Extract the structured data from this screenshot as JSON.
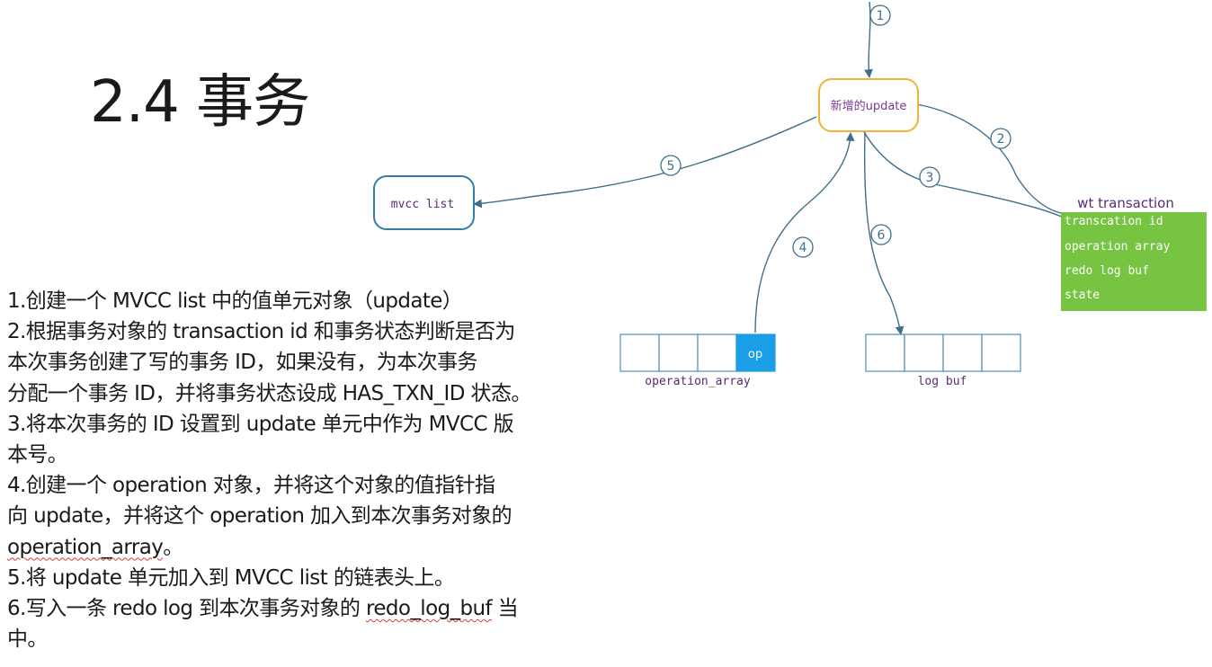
{
  "slide": {
    "title": "2.4 事务"
  },
  "diagram": {
    "update_node": "新增的update",
    "mvcc_node": "mvcc list",
    "wt_transaction": {
      "title": "wt transaction",
      "fields": [
        "transcation id",
        "operation array",
        "redo log buf",
        "state"
      ]
    },
    "operation_array": {
      "label": "operation_array",
      "op_cell": "op"
    },
    "log_buf": {
      "label": "log buf"
    },
    "step_markers": [
      "1",
      "2",
      "3",
      "4",
      "5",
      "6"
    ]
  },
  "steps": [
    {
      "text": "1.创建一个 MVCC list 中的值单元对象（update）"
    },
    {
      "text": "2.根据事务对象的 transaction id 和事务状态判断是否为"
    },
    {
      "text": "本次事务创建了写的事务  ID，如果没有，为本次事务"
    },
    {
      "text": "分配一个事务 ID，并将事务状态设成 HAS_TXN_ID 状态。"
    },
    {
      "text": "3.将本次事务的 ID 设置到 update 单元中作为 MVCC 版"
    },
    {
      "text": "本号。"
    },
    {
      "text": "4.创建一个  operation  对象，并将这个对象的值指针指"
    },
    {
      "text": "向 update，并将这个 operation 加入到本次事务对象的"
    },
    {
      "pre": "",
      "wavy": "operation_array",
      "post": "。"
    },
    {
      "text": "5.将 update 单元加入到 MVCC list 的链表头上。"
    },
    {
      "pre": "6.写入一条 redo log 到本次事务对象的 ",
      "wavy": "redo_log_buf",
      "post": " 当"
    },
    {
      "text": "中。"
    }
  ],
  "colors": {
    "update_border": "#f0b43c",
    "update_text": "#7a3b92",
    "mvcc_border": "#2f7fa6",
    "wt_green": "#76c442",
    "op_blue": "#1a9ee6",
    "cell_border": "#4f8fb4",
    "arrow": "#3f6f8a",
    "label_purple": "#5a2a78",
    "wavy_red": "#d23b3b"
  }
}
